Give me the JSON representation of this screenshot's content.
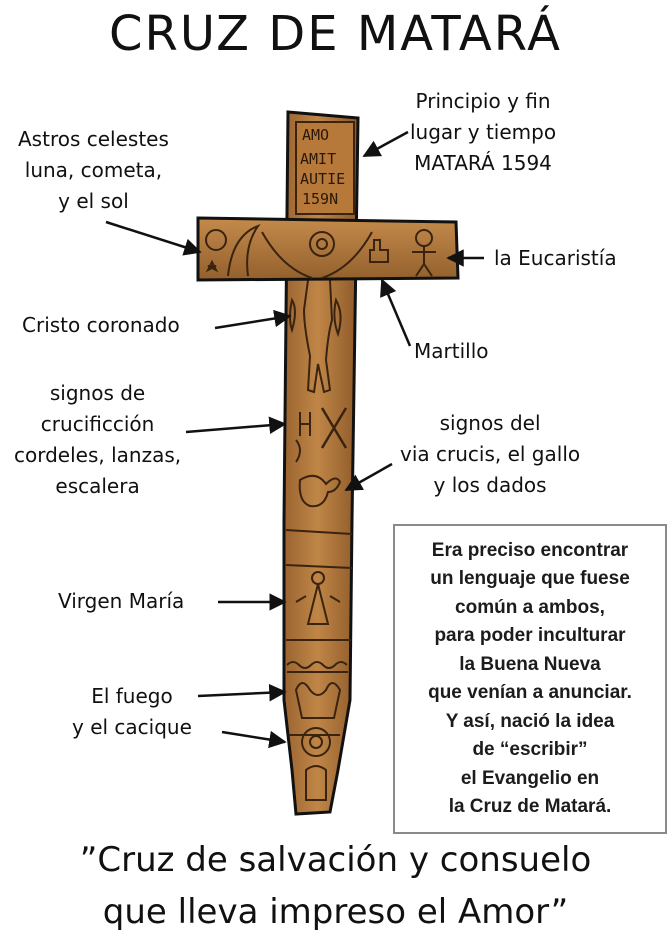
{
  "title": "CRUZ DE MATARÁ",
  "labels": {
    "principio": [
      "Principio y fin",
      "lugar y tiempo",
      "MATARÁ 1594"
    ],
    "astros": [
      "Astros celestes",
      "luna, cometa,",
      "y el sol"
    ],
    "eucaristia": [
      "la Eucaristía"
    ],
    "cristo": [
      "Cristo coronado"
    ],
    "martillo": [
      "Martillo"
    ],
    "signos_crucifixion": [
      "signos de",
      "crucificción",
      "cordeles, lanzas,",
      "escalera"
    ],
    "signos_via": [
      "signos del",
      "via crucis, el gallo",
      "y los dados"
    ],
    "virgen": [
      "Virgen María"
    ],
    "fuego": [
      "El fuego",
      "y el cacique"
    ]
  },
  "cross_inscription": [
    "AMO",
    "AMIT",
    "AUTIE",
    "159N"
  ],
  "textbox": [
    "Era preciso encontrar",
    "un lenguaje que fuese",
    "común a ambos,",
    "para poder inculturar",
    "la Buena Nueva",
    "que venían a anunciar.",
    "Y así, nació la idea",
    "de “escribir”",
    "el Evangelio en",
    "la Cruz de Matará."
  ],
  "quote": [
    "”Cruz de salvación y consuelo",
    "que lleva impreso el Amor”"
  ],
  "colors": {
    "wood": "#b57a3c",
    "wood_dark": "#7a4a1e",
    "outline": "#111111"
  }
}
